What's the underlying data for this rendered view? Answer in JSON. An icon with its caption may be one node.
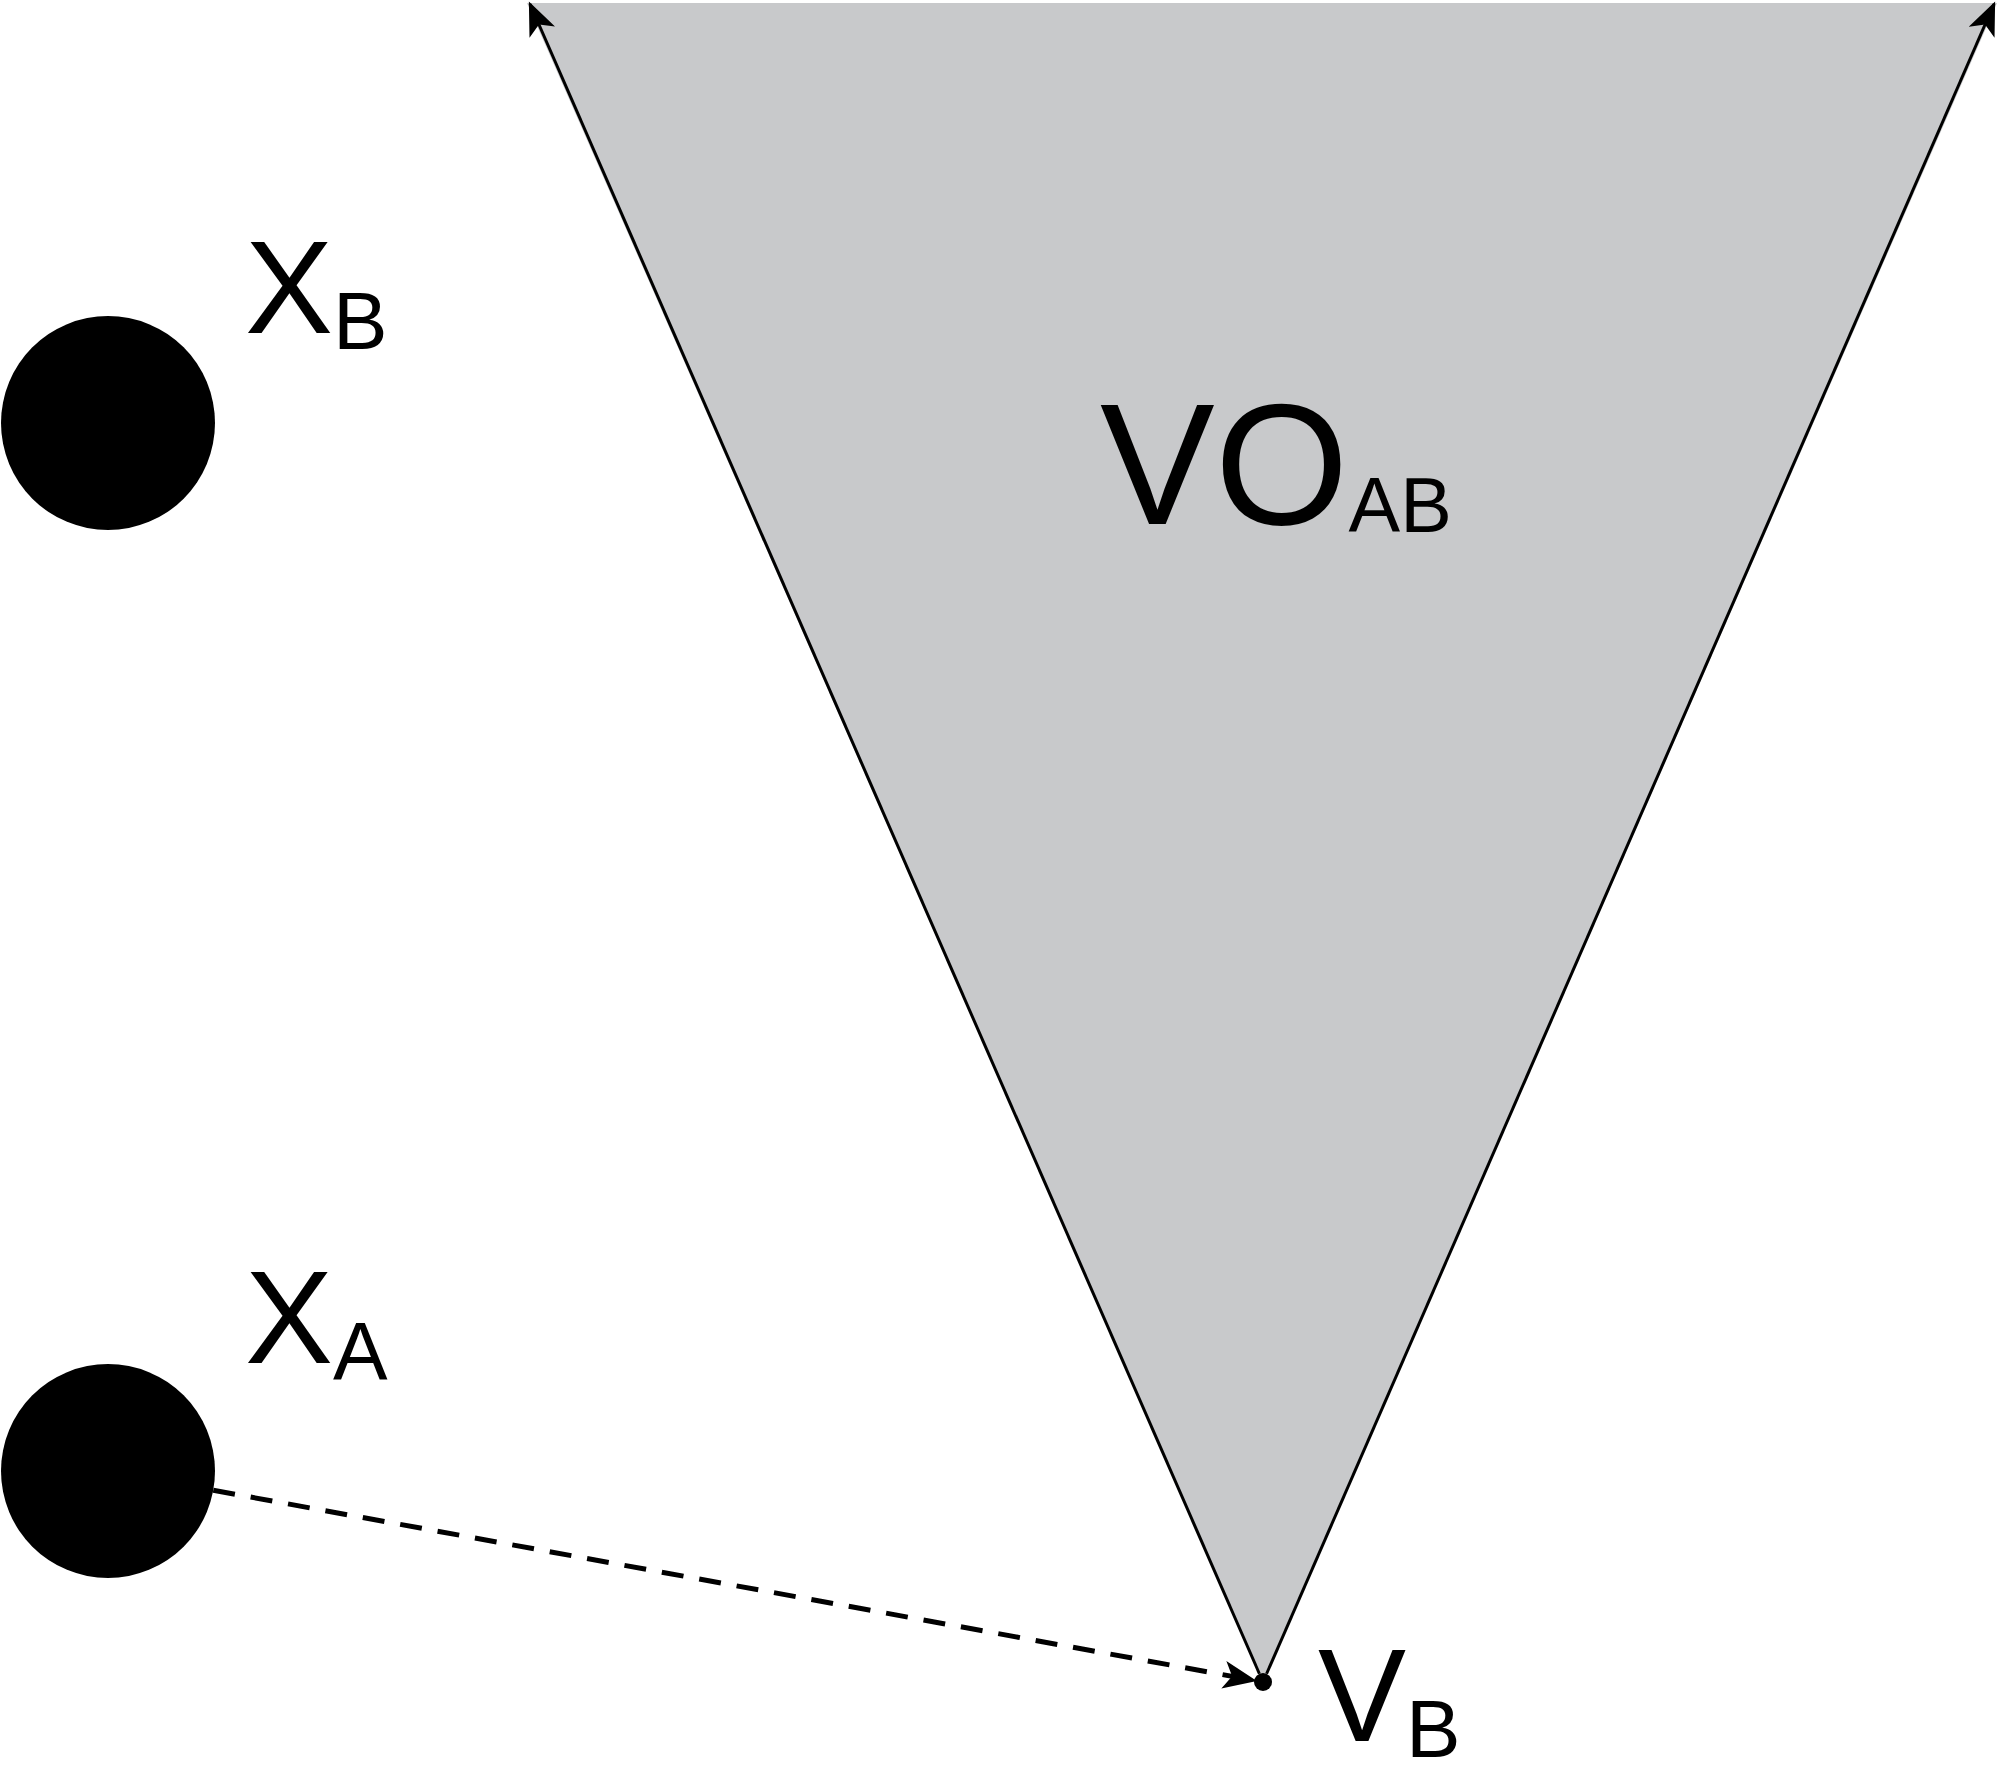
{
  "diagram": {
    "nodes": [
      {
        "text": [],
        "shape": "circle",
        "beside": [
          "X$_{B}$"
        ]
      },
      {
        "text": [],
        "shape": "circle",
        "beside": [
          "X$_{A}$"
        ]
      },
      {
        "text": [
          "VO$_{AB}$"
        ]
      },
      {
        "text": [],
        "shape": "circle",
        "beside": [
          "V$_{B}$"
        ]
      }
    ],
    "edges": [
      {
        "from": 1,
        "to": 3,
        "arrow": "to",
        "style": "dashed"
      },
      {
        "from": 3,
        "to": 2,
        "arrow": "to"
      },
      {
        "from": 3,
        "to": 2,
        "arrow": "to"
      }
    ]
  }
}
